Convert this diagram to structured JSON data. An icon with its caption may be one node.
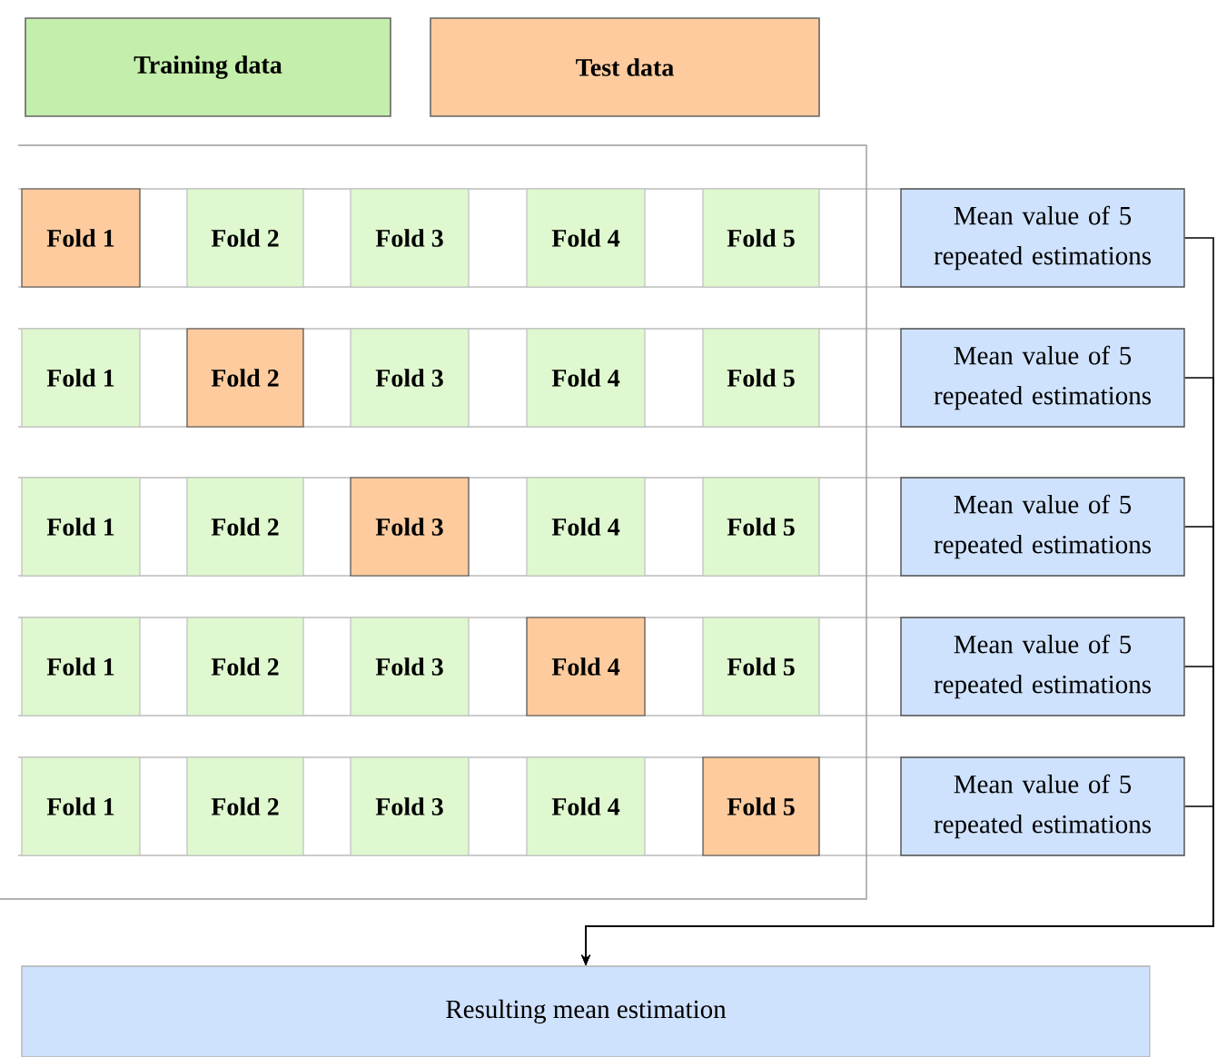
{
  "diagram": {
    "nodes": [
      {
        "text": [
          "Fold 1"
        ]
      },
      {
        "text": [
          "Fold 2"
        ]
      },
      {
        "text": [
          "Fold 3"
        ]
      },
      {
        "text": [
          "Fold 4"
        ]
      },
      {
        "text": [
          "Fold 5"
        ]
      },
      {
        "text": [
          "Mean value of 5 repeated estimations"
        ]
      },
      {
        "text": [
          "Fold 1"
        ]
      },
      {
        "text": [
          "Fold 2"
        ]
      },
      {
        "text": [
          "Fold 3"
        ]
      },
      {
        "text": [
          "Fold 4"
        ]
      },
      {
        "text": [
          "Fold 5"
        ]
      },
      {
        "text": [
          "Mean value of 5 repeated estimations"
        ]
      },
      {
        "text": [
          "Fold 1"
        ]
      },
      {
        "text": [
          "Fold 2"
        ]
      },
      {
        "text": [
          "Fold 3"
        ]
      },
      {
        "text": [
          "Fold 4"
        ]
      },
      {
        "text": [
          "Fold 5"
        ]
      },
      {
        "text": [
          "Mean value of 5 repeated estimations"
        ]
      },
      {
        "text": [
          "Fold 1"
        ]
      },
      {
        "text": [
          "Fold 2"
        ]
      },
      {
        "text": [
          "Fold 3"
        ]
      },
      {
        "text": [
          "Fold 4"
        ]
      },
      {
        "text": [
          "Fold 5"
        ]
      },
      {
        "text": [
          "Mean value of 5 repeated estimations"
        ]
      },
      {
        "text": [
          "Fold 1"
        ]
      },
      {
        "text": [
          "Fold 2"
        ]
      },
      {
        "text": [
          "Fold 3"
        ]
      },
      {
        "text": [
          "Fold 4"
        ]
      },
      {
        "text": [
          "Fold 5"
        ]
      },
      {
        "text": [
          "Mean value of 5 repeated estimations"
        ]
      },
      {
        "text": [
          "Resulting mean estimation"
        ]
      }
    ],
    "edges": [
      {
        "from": 5,
        "to": 30,
        "arrow": "to"
      },
      {
        "from": 11,
        "to": 30,
        "arrow": "to"
      },
      {
        "from": 17,
        "to": 30,
        "arrow": "to"
      },
      {
        "from": 23,
        "to": 30,
        "arrow": "to"
      },
      {
        "from": 29,
        "to": 30,
        "arrow": "to"
      }
    ],
    "legend": [
      {
        "text": "Training data",
        "color": "#c4eeab"
      },
      {
        "text": "Test data",
        "color": "#fdcb9e"
      }
    ]
  }
}
